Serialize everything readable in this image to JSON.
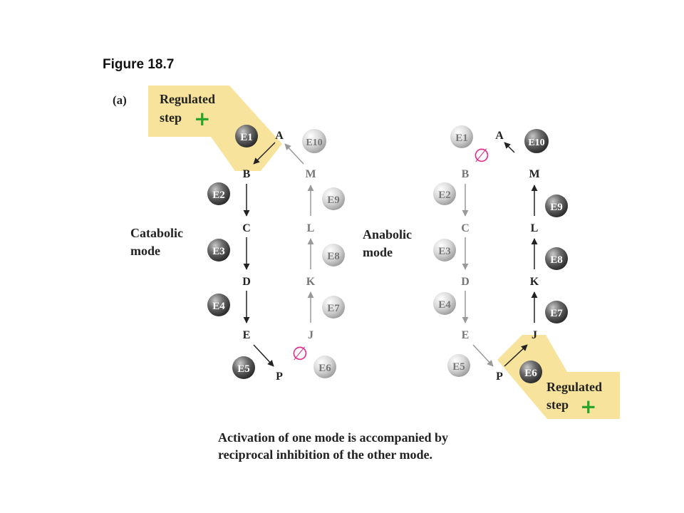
{
  "figure_title": "Figure 18.7",
  "panel_label": "(a)",
  "caption_line1": "Activation of one mode is accompanied by",
  "caption_line2": "reciprocal inhibition of the other mode.",
  "regulated_label": "Regulated",
  "step_label": "step",
  "plus_sign": "+",
  "inhibit_symbol": "∅",
  "catabolic": {
    "line1": "Catabolic",
    "line2": "mode"
  },
  "anabolic": {
    "line1": "Anabolic",
    "line2": "mode"
  },
  "metabolites": [
    "A",
    "B",
    "C",
    "D",
    "E",
    "P",
    "J",
    "K",
    "L",
    "M"
  ],
  "enzymes": [
    "E1",
    "E2",
    "E3",
    "E4",
    "E5",
    "E6",
    "E7",
    "E8",
    "E9",
    "E10"
  ],
  "colors": {
    "highlight": "#f7e39b",
    "plus": "#2aa52a",
    "inhibit": "#e0308c",
    "active_enzyme": "#555555",
    "inactive_enzyme": "#cfcfcf"
  }
}
